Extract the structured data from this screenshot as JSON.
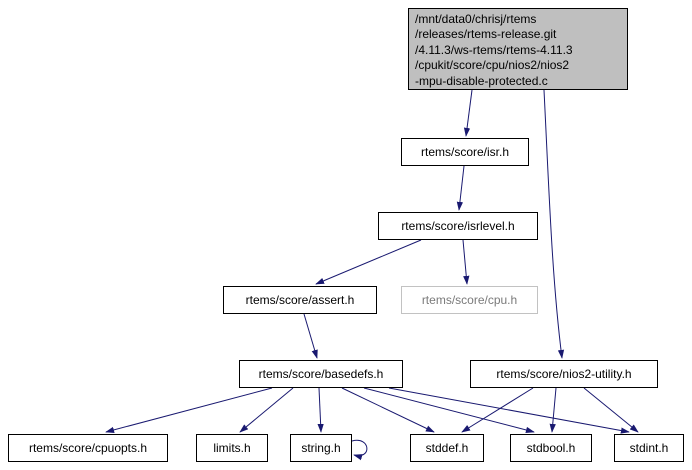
{
  "diagram": {
    "kind": "doxygen-include-dependency-graph",
    "colors": {
      "edge": "#191970",
      "root_fill": "#bfbfbf",
      "node_border": "#000000",
      "external_node_border": "#c2c2c2",
      "external_node_text": "#7a7a7a",
      "background": "#ffffff"
    }
  },
  "nodes": {
    "root": {
      "label": "/mnt/data0/chrisj/rtems\n/releases/rtems-release.git\n/4.11.3/ws-rtems/rtems-4.11.3\n/cpukit/score/cpu/nios2/nios2\n-mpu-disable-protected.c"
    },
    "isr": {
      "label": "rtems/score/isr.h"
    },
    "isrlevel": {
      "label": "rtems/score/isrlevel.h"
    },
    "assert": {
      "label": "rtems/score/assert.h"
    },
    "cpu": {
      "label": "rtems/score/cpu.h"
    },
    "basedefs": {
      "label": "rtems/score/basedefs.h"
    },
    "nios2_utility": {
      "label": "rtems/score/nios2-utility.h"
    },
    "cpuopts": {
      "label": "rtems/score/cpuopts.h"
    },
    "limits": {
      "label": "limits.h"
    },
    "string": {
      "label": "string.h"
    },
    "stddef": {
      "label": "stddef.h"
    },
    "stdbool": {
      "label": "stdbool.h"
    },
    "stdint": {
      "label": "stdint.h"
    }
  },
  "edges": [
    {
      "from": "nios2-mpu-disable-protected.c",
      "to": "rtems/score/isr.h"
    },
    {
      "from": "nios2-mpu-disable-protected.c",
      "to": "rtems/score/nios2-utility.h"
    },
    {
      "from": "rtems/score/isr.h",
      "to": "rtems/score/isrlevel.h"
    },
    {
      "from": "rtems/score/isrlevel.h",
      "to": "rtems/score/assert.h"
    },
    {
      "from": "rtems/score/isrlevel.h",
      "to": "rtems/score/cpu.h"
    },
    {
      "from": "rtems/score/assert.h",
      "to": "rtems/score/basedefs.h"
    },
    {
      "from": "rtems/score/basedefs.h",
      "to": "rtems/score/cpuopts.h"
    },
    {
      "from": "rtems/score/basedefs.h",
      "to": "limits.h"
    },
    {
      "from": "rtems/score/basedefs.h",
      "to": "string.h"
    },
    {
      "from": "rtems/score/basedefs.h",
      "to": "stddef.h"
    },
    {
      "from": "rtems/score/basedefs.h",
      "to": "stdbool.h"
    },
    {
      "from": "rtems/score/basedefs.h",
      "to": "stdint.h"
    },
    {
      "from": "string.h",
      "to": "string.h"
    },
    {
      "from": "rtems/score/nios2-utility.h",
      "to": "stddef.h"
    },
    {
      "from": "rtems/score/nios2-utility.h",
      "to": "stdbool.h"
    },
    {
      "from": "rtems/score/nios2-utility.h",
      "to": "stdint.h"
    }
  ]
}
